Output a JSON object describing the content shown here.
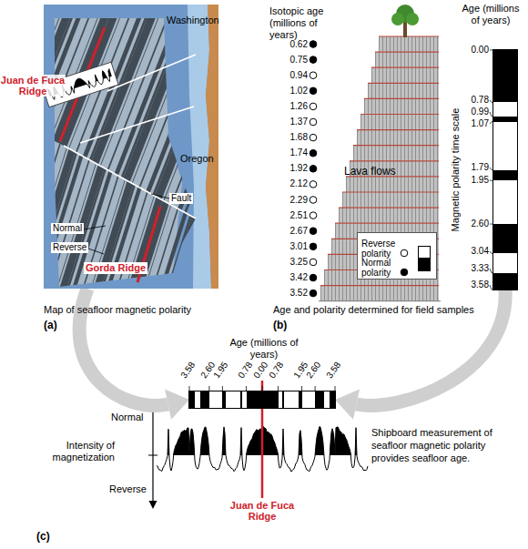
{
  "diagram": {
    "nodes": [
      {
        "text": [
          "Juan de Fuca Ridge",
          "Washington",
          "Oregon",
          "Fault",
          "Normal",
          "Reverse",
          "Gorda Ridge"
        ]
      },
      {
        "text": [
          "Age (millions of years)",
          "Magnetic polarity time scale"
        ]
      },
      {
        "text": [
          "Age (millions of years)"
        ]
      }
    ],
    "edges": [
      {
        "from": 0,
        "to": 2,
        "arrow": "to"
      },
      {
        "from": 1,
        "to": 2,
        "arrow": "to"
      }
    ],
    "labels": [
      "Isotopic age (millions of years)",
      "0.62",
      "0.75",
      "0.94",
      "1.02",
      "1.26",
      "1.37",
      "1.68",
      "1.74",
      "1.92",
      "2.12",
      "2.29",
      "2.51",
      "2.67",
      "3.01",
      "3.25",
      "3.42",
      "3.52",
      "Lava flows",
      "0.00",
      "0.78",
      "0.99",
      "1.07",
      "1.79",
      "1.95",
      "2.60",
      "3.04",
      "3.33",
      "3.58",
      "Map of seafloor magnetic polarity",
      "(a)",
      "Age and polarity determined for field samples",
      "(b)",
      "3.58",
      "2.60",
      "1.95",
      "0.78",
      "0.00",
      "0.78",
      "1.95",
      "2.60",
      "3.58",
      "Intensity of magnetization",
      "Normal",
      "Reverse",
      "Juan de Fuca Ridge",
      "Shipboard measurement of seafloor magnetic polarity provides seafloor age.",
      "(c)"
    ],
    "legend": [
      {
        "text": "Reverse polarity",
        "color": "#ffffff"
      },
      {
        "text": "Normal polarity",
        "color": "#000000"
      }
    ]
  }
}
